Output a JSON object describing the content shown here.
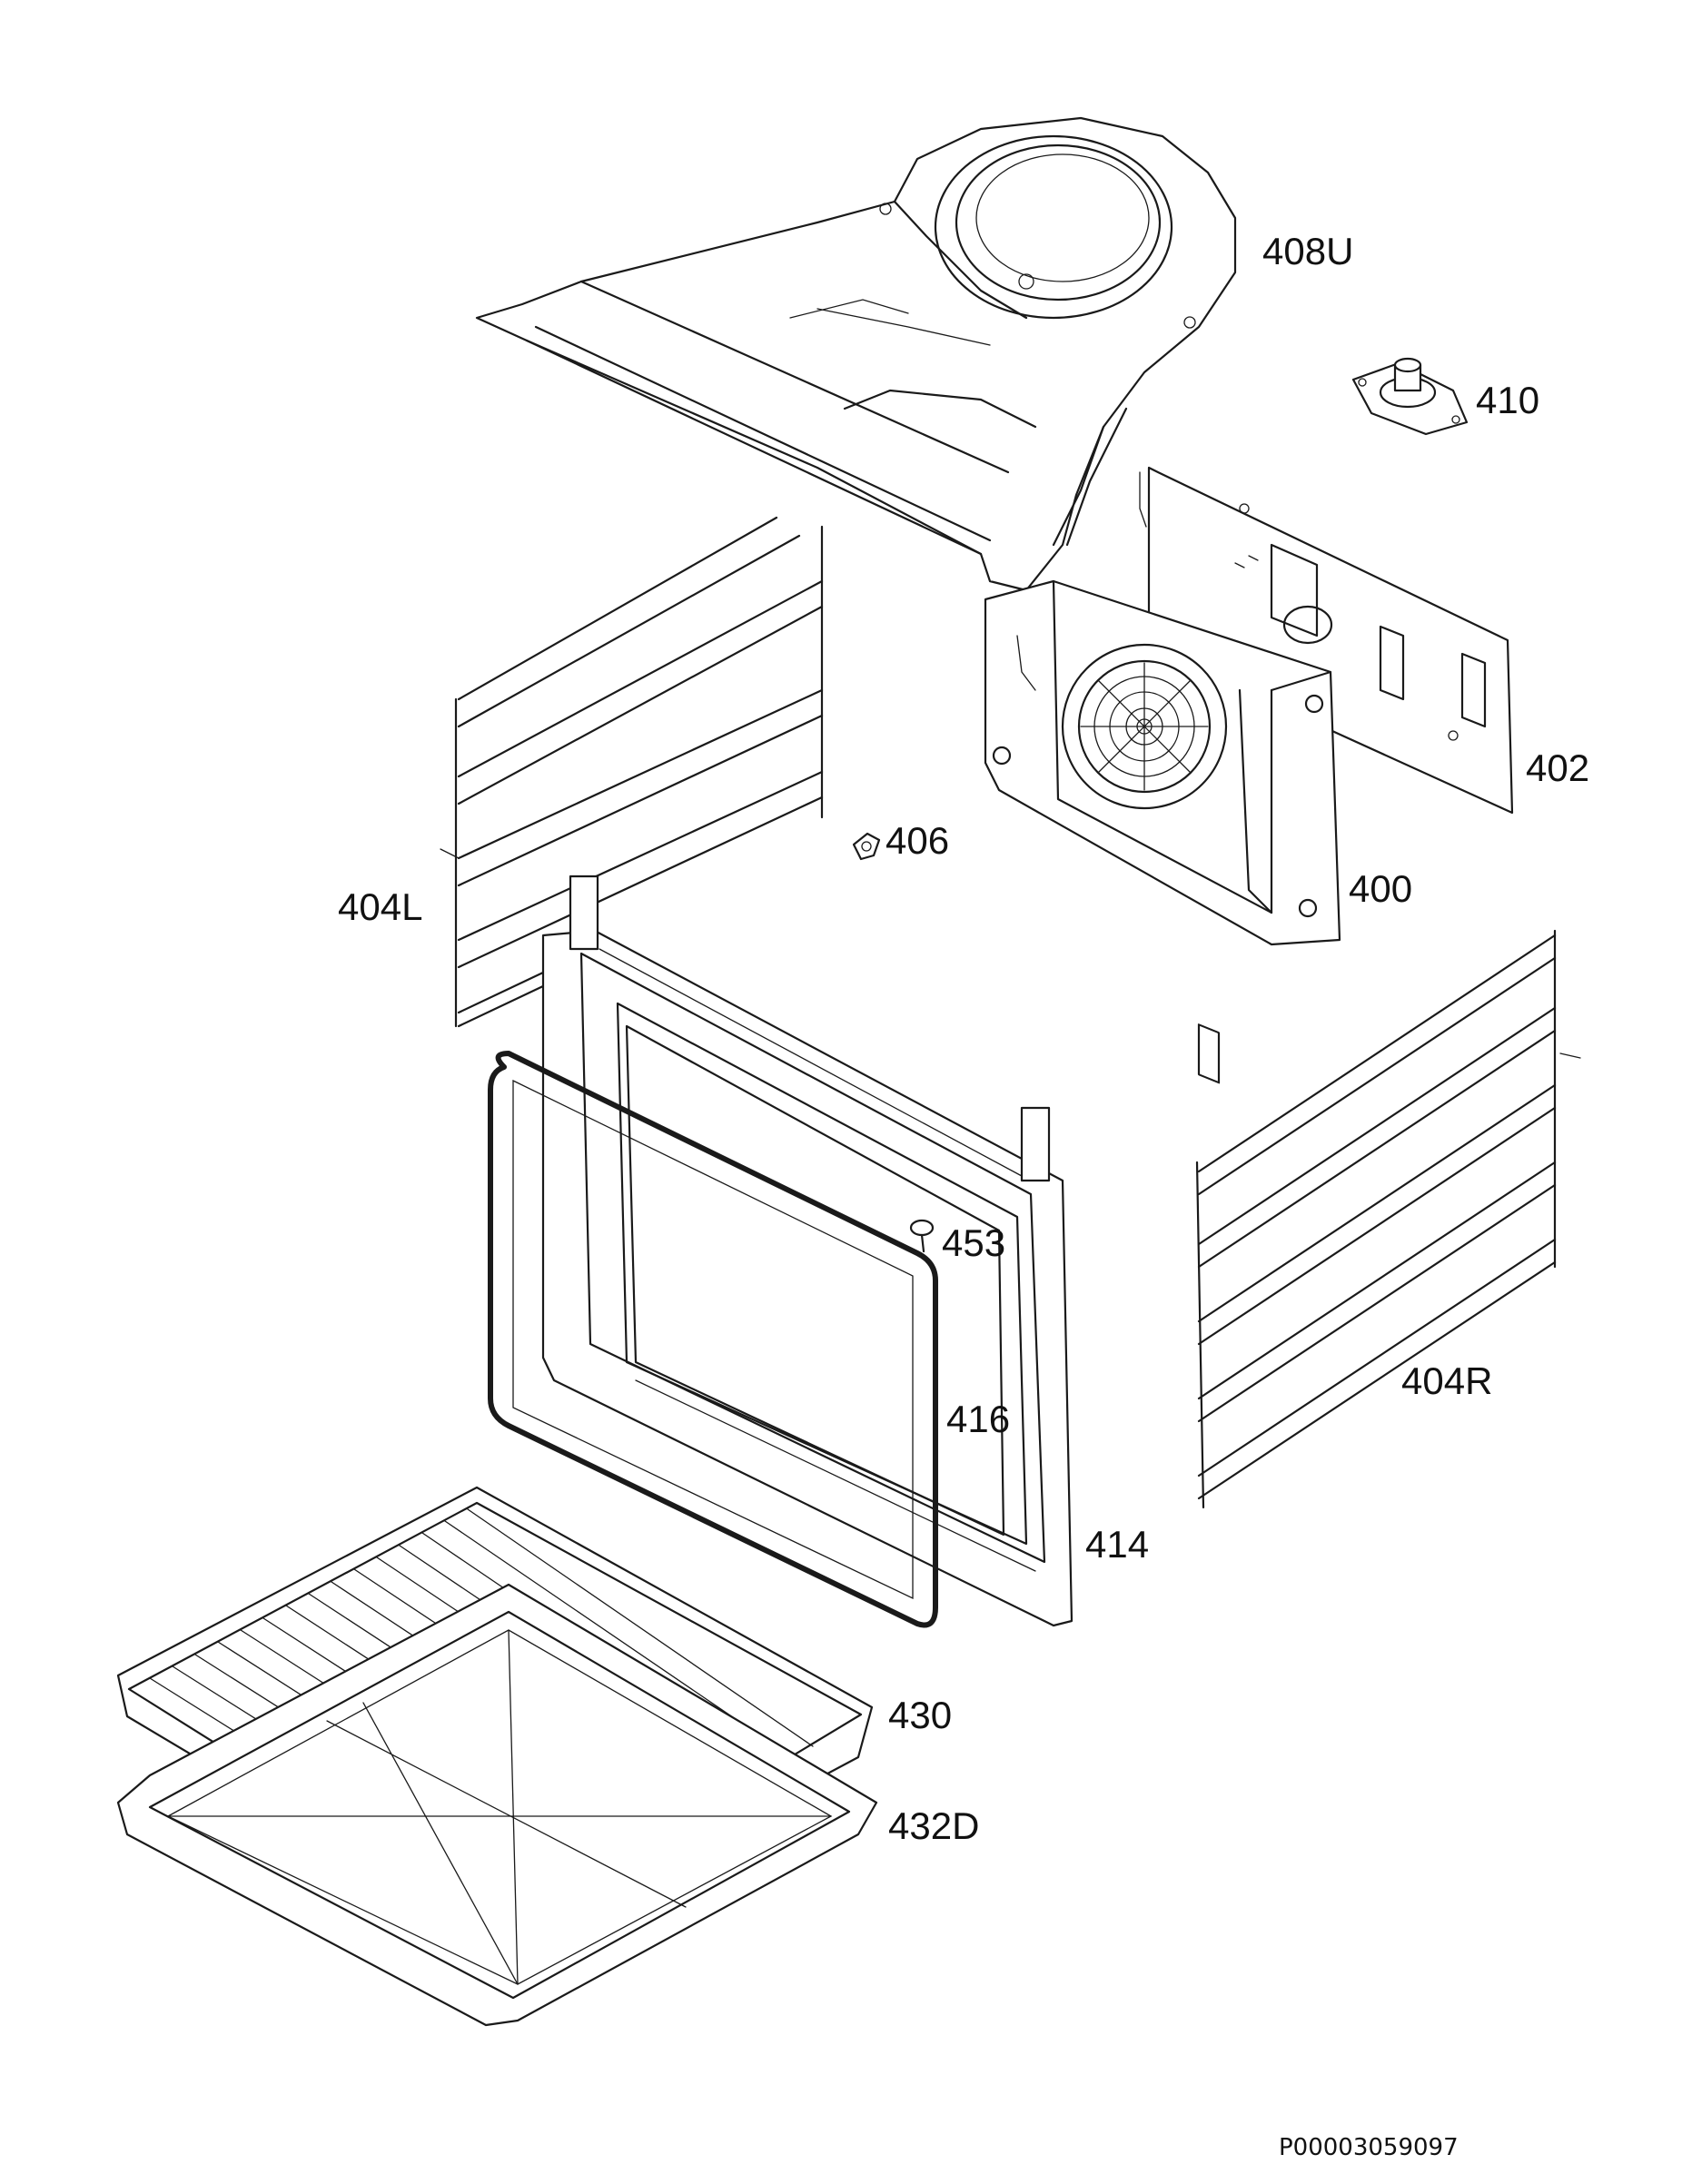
{
  "labels": {
    "p408U": "408U",
    "p410": "410",
    "p402": "402",
    "p406": "406",
    "p400": "400",
    "p404L": "404L",
    "p453": "453",
    "p416": "416",
    "p404R": "404R",
    "p414": "414",
    "p430": "430",
    "p432D": "432D"
  },
  "document_id": "P00003059097"
}
